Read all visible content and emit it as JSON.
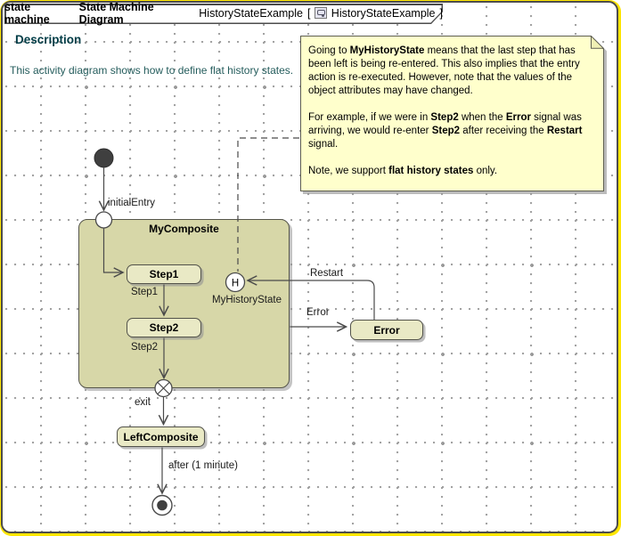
{
  "frame": {
    "keyword": "state machine",
    "type": "State Machine Diagram",
    "name": "HistoryStateExample",
    "bracket_open": "[",
    "context": "HistoryStateExample",
    "bracket_close": "]",
    "icon": "state-machine-diagram-icon"
  },
  "description": {
    "heading": "Description",
    "body": "This activity diagram shows how to define flat history states."
  },
  "note": {
    "paragraphs": [
      [
        {
          "t": "Going to ",
          "b": false
        },
        {
          "t": "MyHistoryState",
          "b": true
        },
        {
          "t": " means that the last step that has been left is being re-entered. This also implies that the entry action is re-executed. However, note that the values of the object attributes may have changed.",
          "b": false
        }
      ],
      [
        {
          "t": "For example, if we were in ",
          "b": false
        },
        {
          "t": "Step2",
          "b": true
        },
        {
          "t": " when the ",
          "b": false
        },
        {
          "t": "Error",
          "b": true
        },
        {
          "t": " signal was arriving, we would re-enter ",
          "b": false
        },
        {
          "t": "Step2",
          "b": true
        },
        {
          "t": " after receiving the ",
          "b": false
        },
        {
          "t": "Restart",
          "b": true
        },
        {
          "t": " signal.",
          "b": false
        }
      ],
      [
        {
          "t": "Note, we support ",
          "b": false
        },
        {
          "t": "flat history states",
          "b": true
        },
        {
          "t": " only.",
          "b": false
        }
      ]
    ]
  },
  "diagram": {
    "states": {
      "composite": {
        "label": "MyComposite"
      },
      "step1": {
        "label": "Step1"
      },
      "step2": {
        "label": "Step2"
      },
      "error": {
        "label": "Error"
      },
      "left_composite": {
        "label": "LeftComposite"
      },
      "history": {
        "symbol": "H",
        "label": "MyHistoryState"
      }
    },
    "transitions": {
      "initial_entry": "initialEntry",
      "step1": "Step1",
      "step2": "Step2",
      "exit": "exit",
      "after": "after (1 minute)",
      "restart": "Restart",
      "error": "Error"
    }
  },
  "colors": {
    "frame_highlight": "#ffe600",
    "frame_border": "#4c4c4c",
    "composite_fill": "#d7d7a8",
    "state_fill": "#e9e9c5",
    "note_fill": "#ffffcc",
    "heading_text": "#003c46",
    "body_text": "#245c5c",
    "line": "#4a4a4a"
  }
}
